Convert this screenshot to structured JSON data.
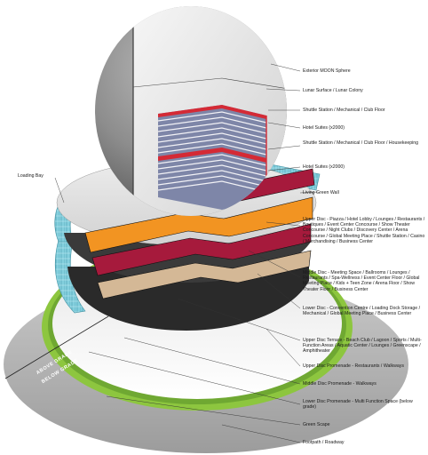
{
  "labels": {
    "exterior_moon_sphere": "Exterior MOON Sphere",
    "lunar_surface": "Lunar Surface / Lunar Colony",
    "shuttle_station_top": "Shuttle Station / Mechanical / Club Floor",
    "hotel_suites_top": "Hotel Suites (x2000)",
    "shuttle_station_mid": "Shuttle Station / Mechanical / Club Floor / Housekeeping",
    "hotel_suites_bottom": "Hotel Suites (x2000)",
    "loading_bay": "Loading Bay",
    "living_green_wall": "Living Green Wall",
    "upper_disc": "Upper Disc - Piazza / Hotel Lobby / Lounges / Restaurants / Boutiques / Event Center Concourse / Show Theater Concourse / Night Clubs / Discovery Center / Arena Concourse / Global Meeting Place / Shuttle Station / Casino / Merchandising / Business Center",
    "middle_disc": "Middle Disc - Meeting Space / Ballrooms / Lounges / Restaurants / Spa-Wellness / Event Center Floor / Global Meeting Place / Kids + Teen Zone / Arena Floor / Show Theater Floor / Business Center",
    "lower_disc": "Lower Disc - Convention Centre / Loading Dock Storage / Mechanical / Global Meeting Place / Business Center",
    "upper_disc_terrace": "Upper Disc Terrace - Beach Club / Lagoon / Sports / Multi-Function Areas / Aquatic Center / Lounges / Greenscape / Amphitheater",
    "upper_disc_promenade": "Upper Disc Promenade - Restaurants / Walkways",
    "middle_disc_promenade": "Middle Disc Promenade - Walkways",
    "lower_disc_promenade": "Lower Disc Promenade - Multi Function Space (below grade)",
    "green_scape": "Green Scape",
    "footpath": "Footpath / Roadway",
    "above_grade": "ABOVE GRADE",
    "below_grade": "BELOW GRADE"
  },
  "colors": {
    "orange": "#F29422",
    "crimson": "#A61A3C",
    "tan": "#D4B896",
    "red_band": "#D42A35",
    "floor_blue": "#7E86A8",
    "floor_white": "#F2F2F6",
    "glass": "#7FCBDA",
    "green": "#8DC63F",
    "moon_gray": "#8A8A8A"
  }
}
